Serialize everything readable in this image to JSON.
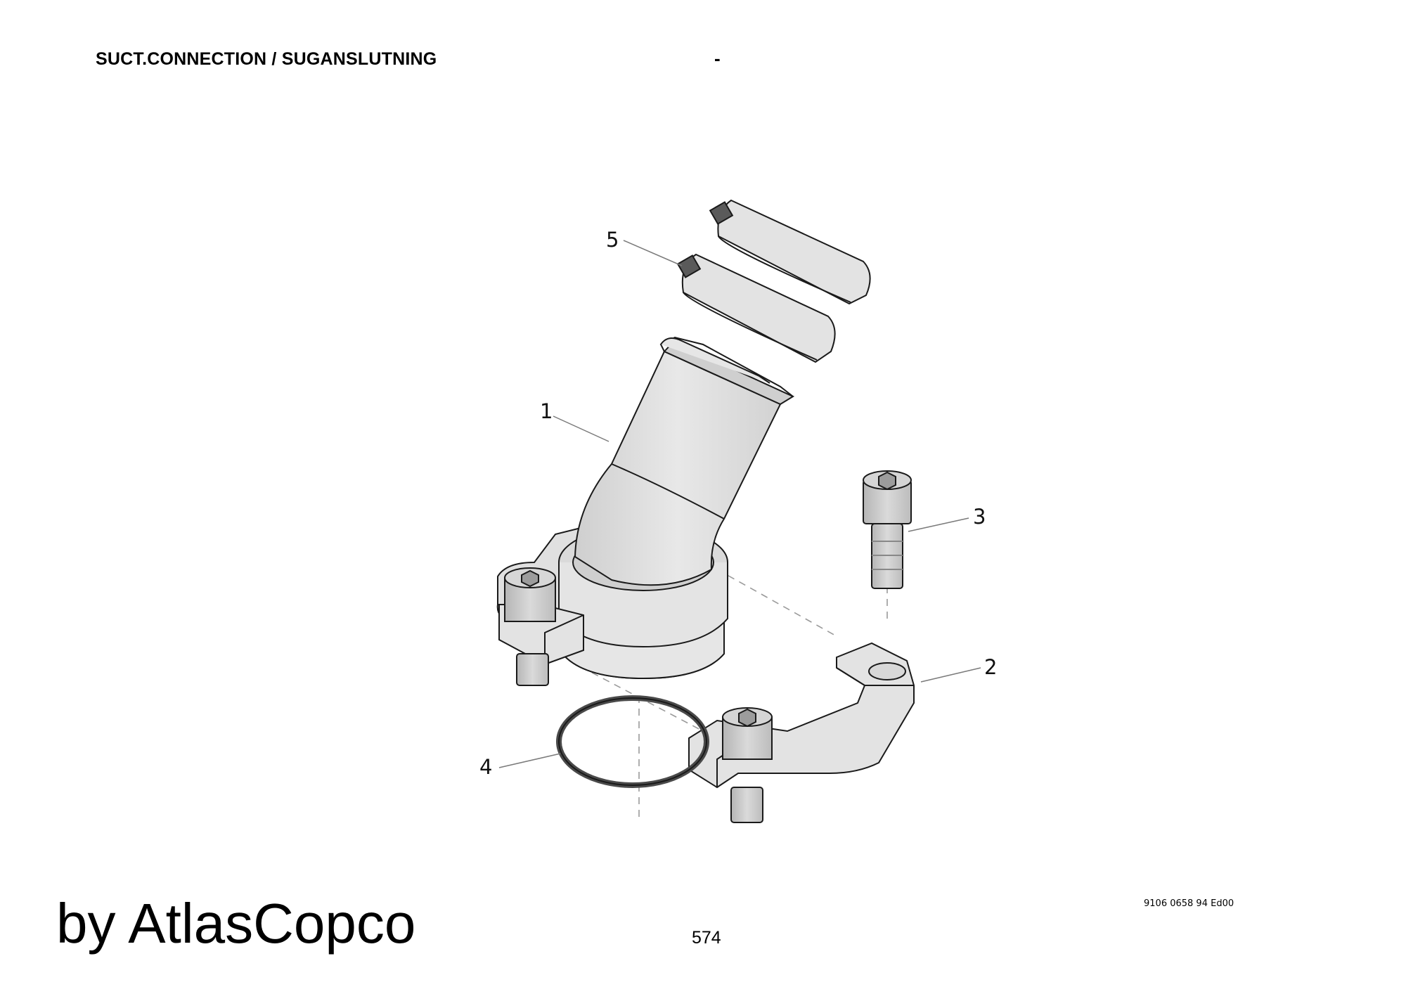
{
  "header": {
    "title": "SUCT.CONNECTION / SUGANSLUTNING",
    "dash": "-"
  },
  "callouts": {
    "c1": "1",
    "c2": "2",
    "c3": "3",
    "c4": "4",
    "c5": "5"
  },
  "footer": {
    "brand": "by AtlasCopco",
    "page_number": "574",
    "doc_ref": "9106 0658 94 Ed00"
  },
  "colors": {
    "part_fill": "#e3e3e3",
    "part_shade": "#c9c9c9",
    "line": "#1a1a1a",
    "leader": "#7a7a7a"
  }
}
